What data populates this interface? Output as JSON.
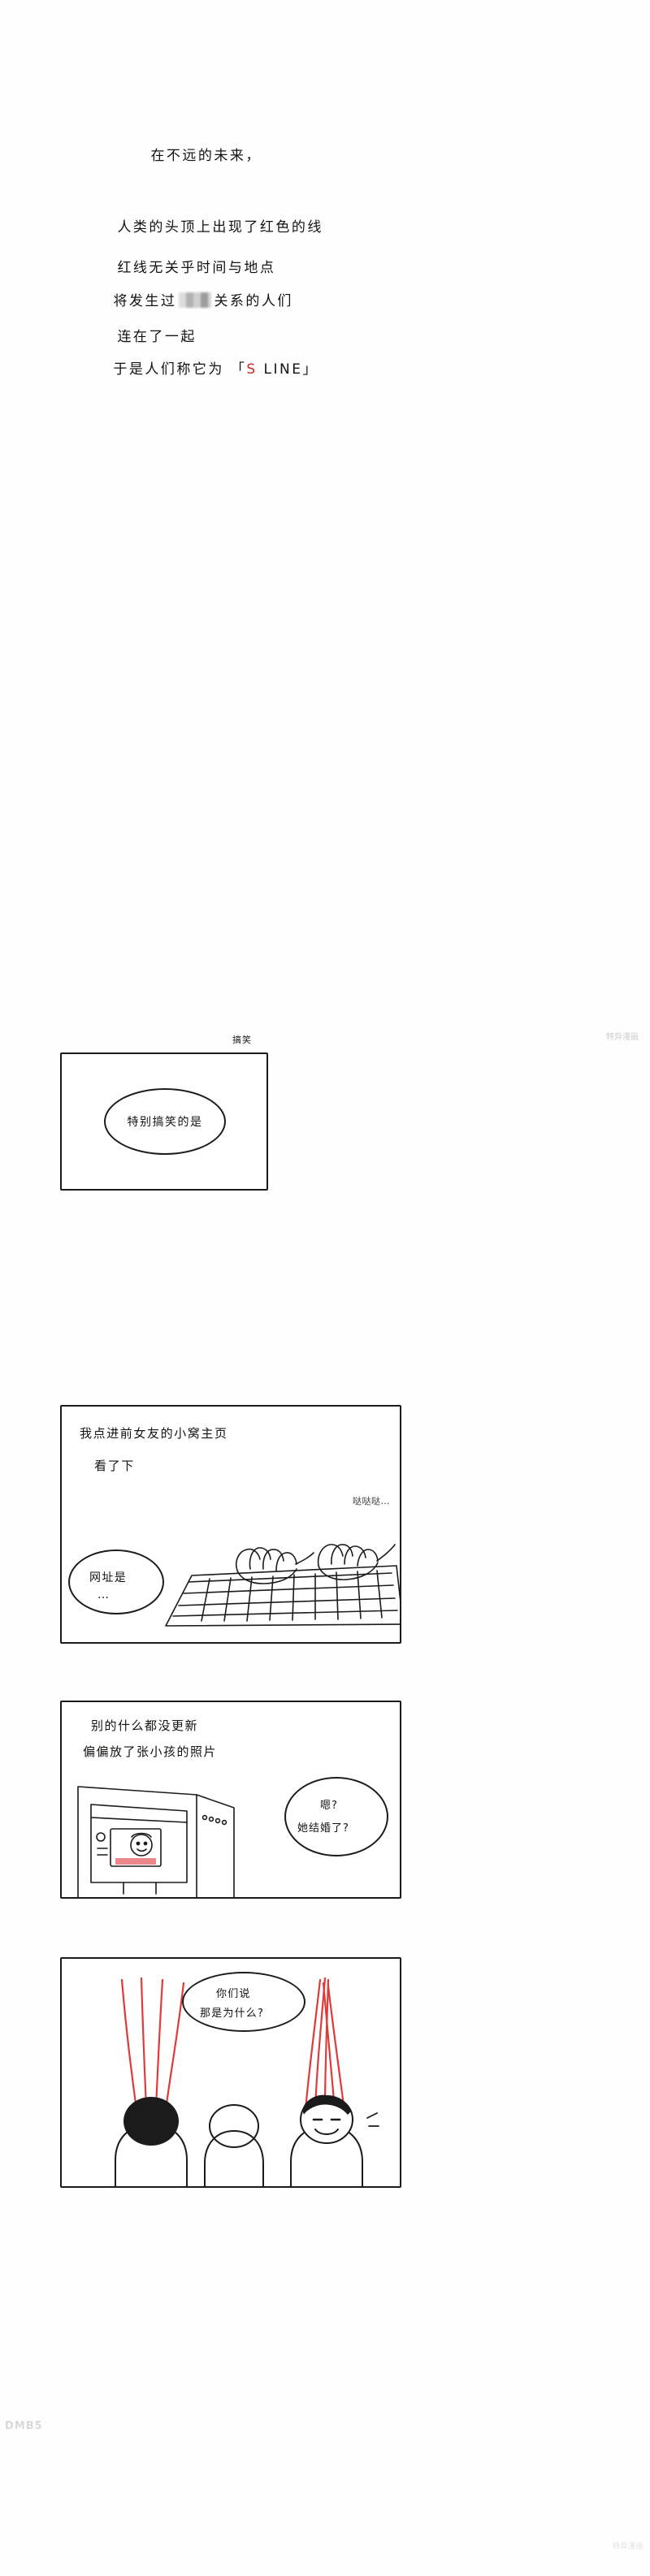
{
  "intro": {
    "lines": [
      {
        "id": "l0",
        "text": "在不远的未来，",
        "parts": []
      },
      {
        "id": "l1",
        "text": "人类的头顶上出现了红色的线"
      },
      {
        "id": "l2",
        "text": "红线无关乎时间与地点"
      },
      {
        "id": "l3",
        "text": "将发生过"
      },
      {
        "id": "l3b",
        "text": "关系的人们"
      },
      {
        "id": "l4",
        "text": "连在了一起"
      },
      {
        "id": "l5a",
        "text": "于是人们称它为 「"
      },
      {
        "id": "l5b",
        "text": "S"
      },
      {
        "id": "l5c",
        "text": " LINE」"
      }
    ],
    "accent_color": "#d8272b",
    "text_color": "#15120f"
  },
  "panels": [
    {
      "index": 1,
      "tag": "搞笑",
      "bubble": "特别搞笑的是"
    },
    {
      "index": 2,
      "line1": "我点进前女友的小窝主页",
      "line2": "看了下",
      "sfx": "哒哒哒…",
      "bubble_text": "网址是",
      "bubble_dots": "…"
    },
    {
      "index": 3,
      "line1": "别的什么都没更新",
      "line2": "偏偏放了张小孩的照片",
      "bubble_line1": "嗯?",
      "bubble_line2": "她结婚了?"
    },
    {
      "index": 4,
      "bubble_line1": "你们说",
      "bubble_line2": "那是为什么?"
    }
  ],
  "watermarks": {
    "left": "DMB5",
    "right": "特异漫画",
    "panel1": "特异漫画"
  }
}
